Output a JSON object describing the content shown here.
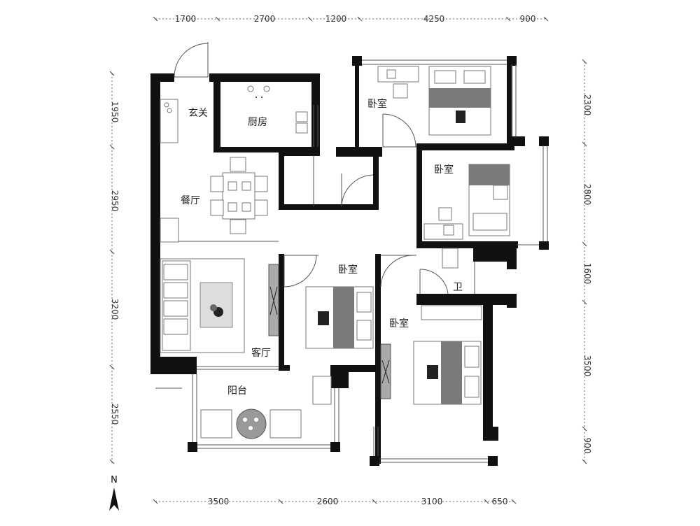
{
  "rooms": {
    "entrance": "玄关",
    "kitchen": "厨房",
    "dining": "餐厅",
    "living": "客厅",
    "balcony": "阳台",
    "bedroom_ne": "卧室",
    "bedroom_e": "卧室",
    "bedroom_mid": "卧室",
    "bedroom_se": "卧室",
    "bath": "卫"
  },
  "dimensions": {
    "top": [
      "1700",
      "2700",
      "1200",
      "4250",
      "900"
    ],
    "bottom": [
      "3500",
      "2600",
      "3100",
      "650"
    ],
    "left": [
      "1950",
      "2950",
      "3200",
      "2550"
    ],
    "right": [
      "2300",
      "2800",
      "1600",
      "3500",
      "900"
    ]
  },
  "north": "N",
  "colors": {
    "wall": "#111111",
    "bed_cover": "#7a7a7a",
    "line": "#555555"
  }
}
